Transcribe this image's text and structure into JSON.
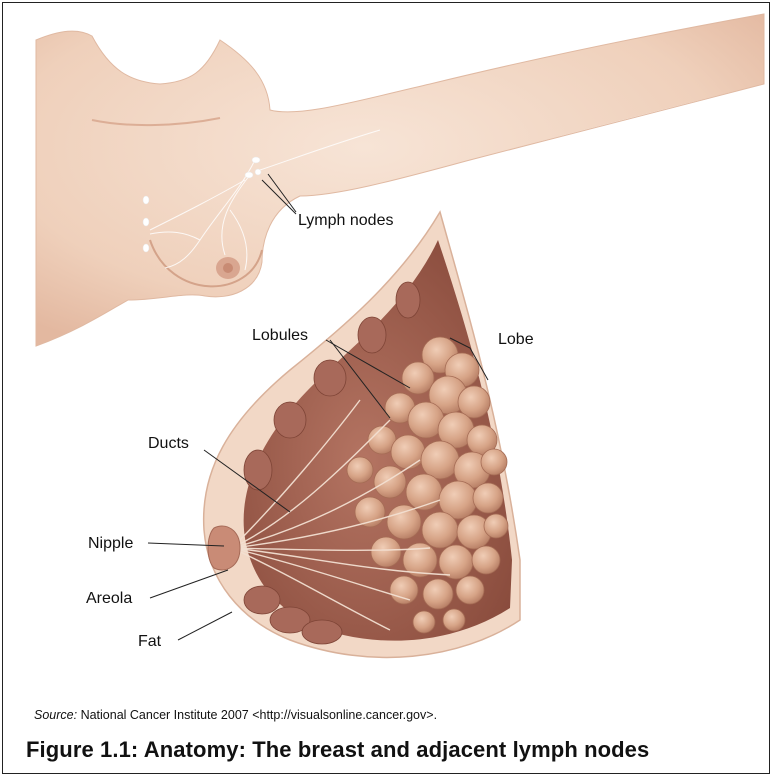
{
  "labels": {
    "lymph_nodes": "Lymph nodes",
    "lobules": "Lobules",
    "lobe": "Lobe",
    "ducts": "Ducts",
    "nipple": "Nipple",
    "areola": "Areola",
    "fat": "Fat"
  },
  "source": {
    "prefix": "Source:",
    "text": " National Cancer Institute 2007 <http://visualsonline.cancer.gov>."
  },
  "caption": "Figure 1.1: Anatomy: The breast and adjacent lymph nodes",
  "colors": {
    "skin": "#f2d8c6",
    "tissue": "#9e5f4e",
    "lobule": "#d9a88e",
    "outline": "#222222"
  }
}
